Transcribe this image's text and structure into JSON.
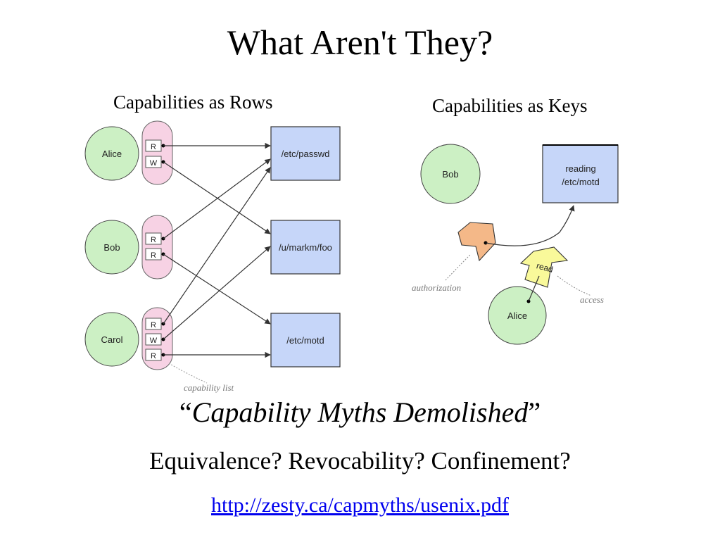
{
  "title": "What Aren't They?",
  "rows_diagram": {
    "heading": "Capabilities as Rows",
    "subjects": [
      {
        "name": "Alice",
        "rights": [
          "R",
          "W"
        ]
      },
      {
        "name": "Bob",
        "rights": [
          "R",
          "R"
        ]
      },
      {
        "name": "Carol",
        "rights": [
          "R",
          "W",
          "R"
        ]
      }
    ],
    "objects": [
      "/etc/passwd",
      "/u/markm/foo",
      "/etc/motd"
    ],
    "caption": "capability list"
  },
  "keys_diagram": {
    "heading": "Capabilities as Keys",
    "holder": "Bob",
    "giver": "Alice",
    "resource_line1": "reading",
    "resource_line2": "/etc/motd",
    "key_label": "read",
    "authorization_label": "authorization",
    "access_label": "access"
  },
  "quote": {
    "open": "“",
    "text": "Capability Myths Demolished",
    "close": "”"
  },
  "questions": "Equivalence? Revocability? Confinement?",
  "link": "http://zesty.ca/capmyths/usenix.pdf",
  "colors": {
    "subject_fill": "#ccf0c4",
    "capability_list_fill": "#f7d2e4",
    "object_fill": "#c6d6f9",
    "authorization_arrow": "#f4b888",
    "read_key": "#f9f99a",
    "link": "#0000ee"
  }
}
